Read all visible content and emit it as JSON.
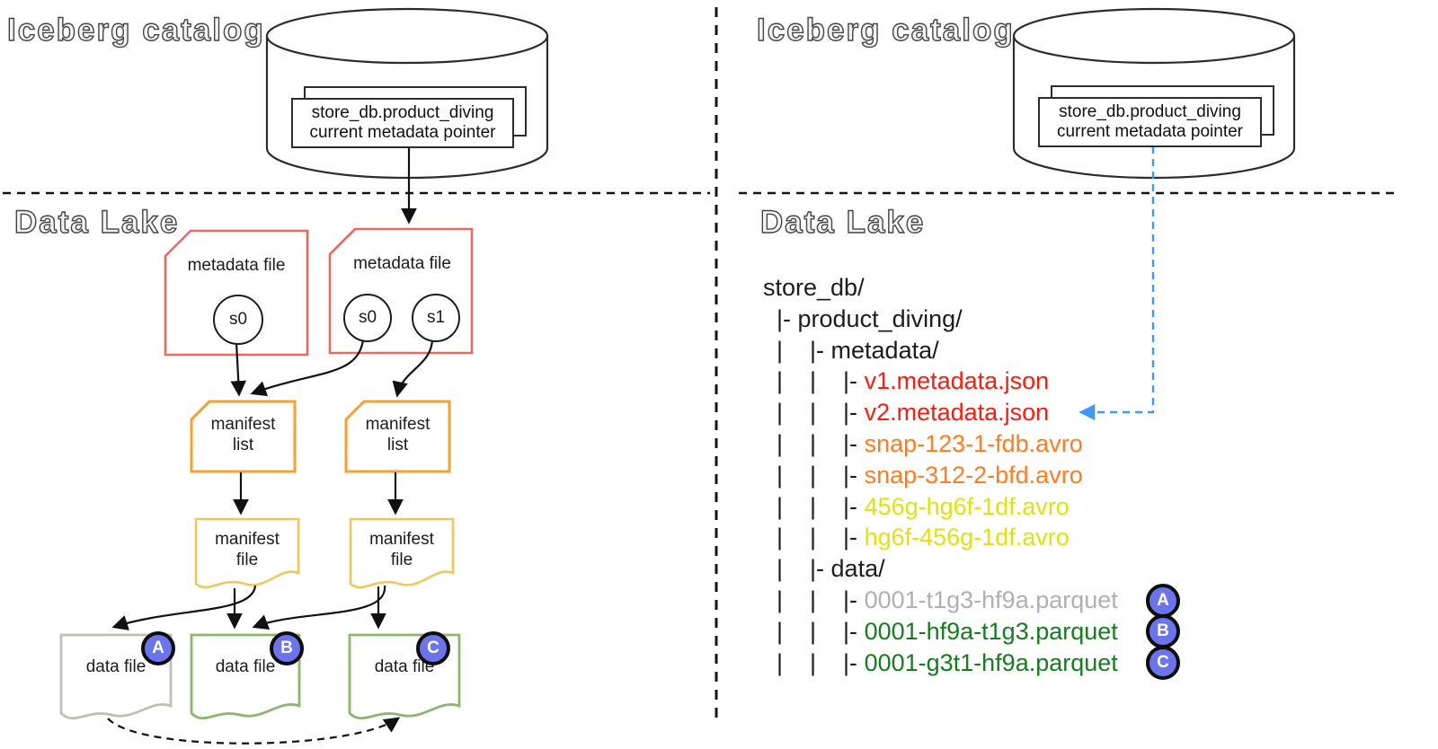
{
  "left": {
    "catalog_title": "Iceberg catalog",
    "lake_title": "Data Lake",
    "card": {
      "line1": "store_db.product_diving",
      "line2": "current metadata pointer"
    },
    "metadata_file_1": {
      "label": "metadata file",
      "s0": "s0"
    },
    "metadata_file_2": {
      "label": "metadata file",
      "s0": "s0",
      "s1": "s1"
    },
    "manifest_list_1": {
      "line1": "manifest",
      "line2": "list"
    },
    "manifest_list_2": {
      "line1": "manifest",
      "line2": "list"
    },
    "manifest_file_1": {
      "line1": "manifest",
      "line2": "file"
    },
    "manifest_file_2": {
      "line1": "manifest",
      "line2": "file"
    },
    "data_file_a": {
      "label": "data file",
      "badge": "A"
    },
    "data_file_b": {
      "label": "data file",
      "badge": "B"
    },
    "data_file_c": {
      "label": "data file",
      "badge": "C"
    }
  },
  "right": {
    "catalog_title": "Iceberg catalog",
    "lake_title": "Data Lake",
    "card": {
      "line1": "store_db.product_diving",
      "line2": "current metadata pointer"
    },
    "tree": {
      "rows": [
        {
          "prefix": "",
          "name": "store_db/",
          "cls": "fname c-black"
        },
        {
          "prefix": "  |- ",
          "name": "product_diving/",
          "cls": "fname c-black"
        },
        {
          "prefix": "  |    |- ",
          "name": "metadata/",
          "cls": "fname c-black"
        },
        {
          "prefix": "  |    |    |- ",
          "name": "v1.metadata.json",
          "cls": "fname c-red"
        },
        {
          "prefix": "  |    |    |- ",
          "name": "v2.metadata.json",
          "cls": "fname c-red"
        },
        {
          "prefix": "  |    |    |- ",
          "name": "snap-123-1-fdb.avro",
          "cls": "fname c-orange"
        },
        {
          "prefix": "  |    |    |- ",
          "name": "snap-312-2-bfd.avro",
          "cls": "fname c-orange"
        },
        {
          "prefix": "  |    |    |- ",
          "name": "456g-hg6f-1df.avro",
          "cls": "fname c-yellow"
        },
        {
          "prefix": "  |    |    |- ",
          "name": "hg6f-456g-1df.avro",
          "cls": "fname c-yellow"
        },
        {
          "prefix": "  |    |- ",
          "name": "data/",
          "cls": "fname c-black"
        },
        {
          "prefix": "  |    |    |- ",
          "name": "0001-t1g3-hf9a.parquet",
          "cls": "fname c-gray",
          "badge": "A"
        },
        {
          "prefix": "  |    |    |- ",
          "name": "0001-hf9a-t1g3.parquet",
          "cls": "fname c-green",
          "badge": "B"
        },
        {
          "prefix": "  |    |    |- ",
          "name": "0001-g3t1-hf9a.parquet",
          "cls": "fname c-green",
          "badge": "C"
        }
      ]
    }
  },
  "colors": {
    "metadata_file_border": "#e96a60",
    "manifest_list_border": "#f6a02f",
    "manifest_file_border": "#eec85d",
    "data_file_old_border": "#bcc0b8",
    "data_file_new_border": "#8ab76c",
    "badge_fill": "#6b74eb",
    "pointer_arrow_blue": "#3f97f6",
    "tree_red": "#fb1b10",
    "tree_orange": "#ff7d21",
    "tree_yellow": "#e3e10c",
    "tree_gray": "#b0b0b0",
    "tree_green": "#167c1e"
  }
}
